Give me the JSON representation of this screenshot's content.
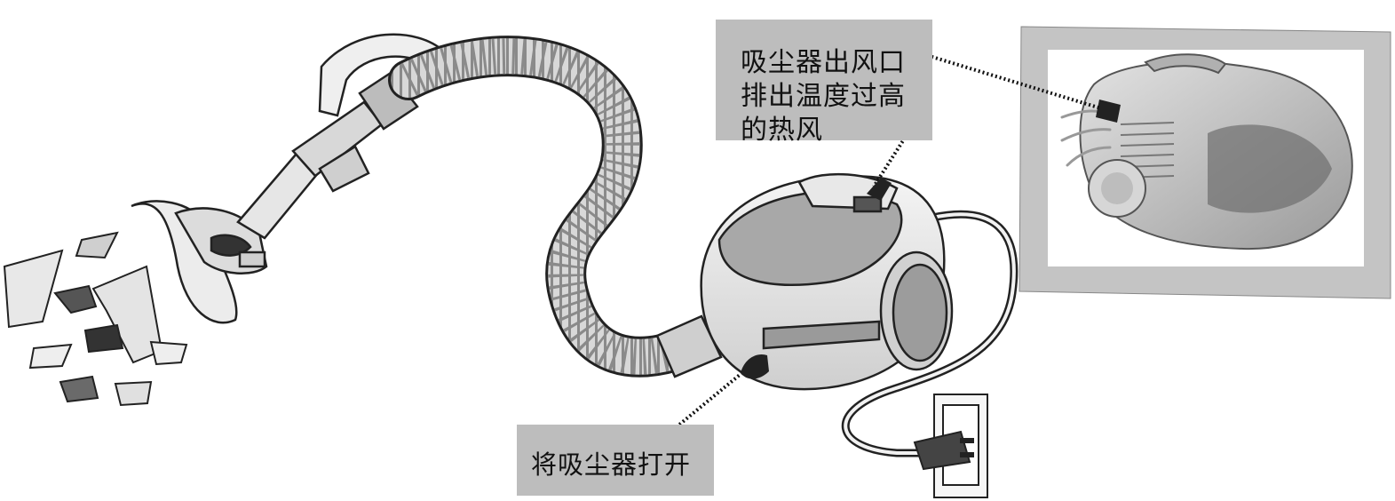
{
  "callouts": {
    "exhaust": {
      "lines": [
        "吸尘器出风口",
        "排出温度过高",
        "的热风"
      ]
    },
    "turn_on": {
      "text": "将吸尘器打开"
    }
  }
}
